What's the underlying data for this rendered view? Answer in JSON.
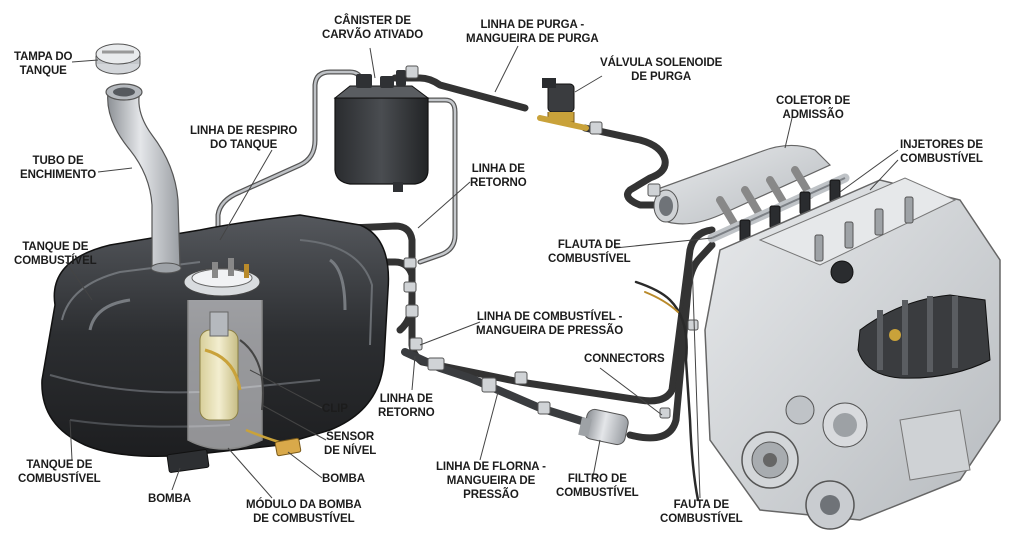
{
  "labels": {
    "tampa_do_tanque": [
      "TAMPA DO",
      "TANQUE"
    ],
    "tubo_de_enchimento": [
      "TUBO DE",
      "ENCHIMENTO"
    ],
    "tanque_de_combustivel_top": [
      "TANQUE DE",
      "COMBUSTÍVEL"
    ],
    "tanque_de_combustivel_bottom": [
      "TANQUE DE",
      "COMBUSTÍVEL"
    ],
    "linha_de_respiro": [
      "LINHA DE RESPIRO",
      "DO TANQUE"
    ],
    "canister": [
      "CÂNISTER DE",
      "CARVÃO ATIVADO"
    ],
    "linha_de_purga": [
      "LINHA DE PURGA -",
      "MANGUEIRA DE PURGA"
    ],
    "valvula_solenoide": [
      "VÁLVULA SOLENOIDE",
      "DE PURGA"
    ],
    "coletor_de_admissao": [
      "COLETOR DE",
      "ADMISSÃO"
    ],
    "injetores": [
      "INJETORES DE",
      "COMBUSTÍVEL"
    ],
    "linha_de_retorno_top": [
      "LINHA DE",
      "RETORNO"
    ],
    "flauta_de_combustivel": [
      "FLAUTA DE",
      "COMBUSTÍVEL"
    ],
    "linha_de_combustivel_pressao": [
      "LINHA DE COMBUSTÍVEL -",
      "MANGUEIRA DE PRESSÃO"
    ],
    "connectors": [
      "CONNECTORS"
    ],
    "linha_de_retorno_mid": [
      "LINHA DE",
      "RETORNO"
    ],
    "clip": [
      "CLIP"
    ],
    "sensor_de_nivel": [
      "SENSOR",
      "DE NÍVEL"
    ],
    "bomba_right": [
      "BOMBA"
    ],
    "bomba_left": [
      "BOMBA"
    ],
    "modulo_da_bomba": [
      "MÓDULO DA BOMBA",
      "DE COMBUSTÍVEL"
    ],
    "linha_de_florna": [
      "LINHA DE FLORNA -",
      "MANGUEIRA DE",
      "PRESSÃO"
    ],
    "filtro_de_combustivel": [
      "FILTRO DE",
      "COMBUSTÍVEL"
    ],
    "fauta_de_combustivel": [
      "FAUTA DE",
      "COMBUSTÍVEL"
    ]
  },
  "colors": {
    "tank": "#2b2d30",
    "hose": "#3a3c3f",
    "metal": "#c9ccd0",
    "brass": "#c9a23a",
    "leader": "#444444"
  },
  "icons": [
    "fuel-cap-icon",
    "filler-tube-icon",
    "fuel-tank-icon",
    "charcoal-canister-icon",
    "purge-solenoid-icon",
    "intake-manifold-icon",
    "engine-block-icon",
    "fuel-filter-icon",
    "fuel-pump-module-icon"
  ]
}
